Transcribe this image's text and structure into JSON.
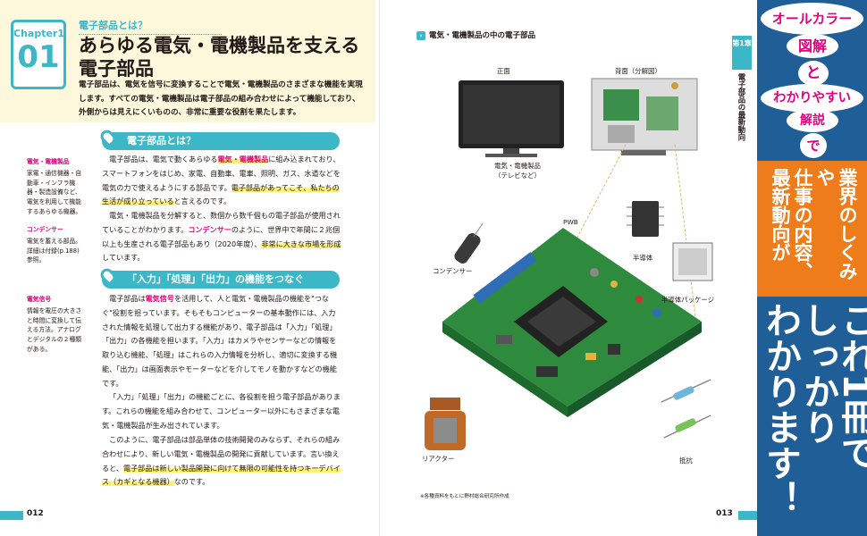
{
  "left_page": {
    "eyebrow": "電子部品とは？",
    "chapter_label": "Chapter1",
    "chapter_number": "01",
    "title_line1": "あらゆる電気・電機製品を支える",
    "title_line2": "電子部品",
    "lead": "電子部品は、電気を信号に変換することで電気・電機製品のさまざまな機能を実現します。すべての電気・電機製品は電子部品の組み合わせによって機能しており、外側からは見えにくいものの、非常に重要な役割を果たします。",
    "sidebar": [
      {
        "term": "電気・電機製品",
        "text": "家電・通信機器・自動車・インフラ機器・製造設備など、電気を利用して機能するあらゆる機器。"
      },
      {
        "term": "コンデンサー",
        "text": "電気を蓄える部品。詳細は付録(p.188)参照。"
      },
      {
        "term": "電気信号",
        "text": "情報を電圧の大きさと時間に変換して伝える方法。アナログとデジタルの２種類がある。"
      }
    ],
    "section1_title": "電子部品とは？",
    "s1p1_a": "電子部品は、電気で動くあらゆる",
    "s1p1_kw": "電気・電機製品",
    "s1p1_b": "に組み込まれており、スマートフォンをはじめ、家電、自動車、電車、照明、ガス、水道などを電気の力で使えるようにする部品です。",
    "s1p1_hl": "電子部品があってこそ、私たちの生活が成り立っている",
    "s1p1_c": "と言えるのです。",
    "s1p2_a": "電気・電機製品を分解すると、数個から数千個もの電子部品が使用されていることがわかります。",
    "s1p2_kw": "コンデンサー",
    "s1p2_b": "のように、世界中で年間に２兆個以上も生産される電子部品もあり（2020年度）、",
    "s1p2_hl": "非常に大きな市場を形成",
    "s1p2_c": "しています。",
    "section2_title": "「入力」「処理」「出力」の機能をつなぐ",
    "s2p1_a": "電子部品は",
    "s2p1_kw": "電気信号",
    "s2p1_b": "を活用して、人と電気・電機製品の機能を\"つなぐ\"役割を担っています。そもそもコンピューターの基本動作には、入力された情報を処理して出力する機能があり、電子部品は「入力」「処理」「出力」の各機能を担います。「入力」はカメラやセンサーなどの情報を取り込む機能、「処理」はこれらの入力情報を分析し、適切に変換する機能、「出力」は画面表示やモーターなどを介してモノを動かすなどの機能です。",
    "s2p2": "「入力」「処理」「出力」の機能ごとに、各役割を担う電子部品があります。これらの機能を組み合わせて、コンピューター以外にもさまざまな電気・電機製品が生み出されています。",
    "s2p3_a": "このように、電子部品は部品単体の技術開発のみならず、それらの組み合わせにより、新しい電気・電機製品の開発に貢献しています。言い換えると、",
    "s2p3_hl": "電子部品は新しい製品開発に向けて無限の可能性を持つキーデバイス（カギとなる機器）",
    "s2p3_c": "なのです。",
    "page_number": "012"
  },
  "right_page": {
    "figure_title": "電気・電機製品の中の電子部品",
    "label_front": "正面",
    "label_back": "背面（分解図）",
    "label_tv": "電気・電機製品\n（テレビなど）",
    "label_pwb": "PWB",
    "label_capacitor": "コンデンサー",
    "label_semiconductor": "半導体",
    "label_package": "半導体パッケージ",
    "label_reactor": "リアクター",
    "label_resistor": "抵抗",
    "source_note": "※各種資料をもとに野村総合研究所作成",
    "chapter_tab": "第1章",
    "chapter_vertical": "電子部品の最新動向",
    "page_number": "013"
  },
  "obi": {
    "line1": "オールカラー",
    "line2": "図解",
    "line3": "と",
    "line4": "わかりやすい",
    "line5": "解説",
    "line6": "で",
    "orange_text": "業界のしくみや\n仕事の内容、\n最新動向が",
    "big_text": "これ1冊で\nしっかり\nわかります！"
  },
  "colors": {
    "accent": "#3bb7c8",
    "highlight": "#fff176",
    "keyword": "#e4007f",
    "header_bg": "#fdf8dc",
    "obi_blue": "#1f5e96",
    "obi_orange": "#ef7c1b",
    "pcb": "#2e8b3e"
  }
}
